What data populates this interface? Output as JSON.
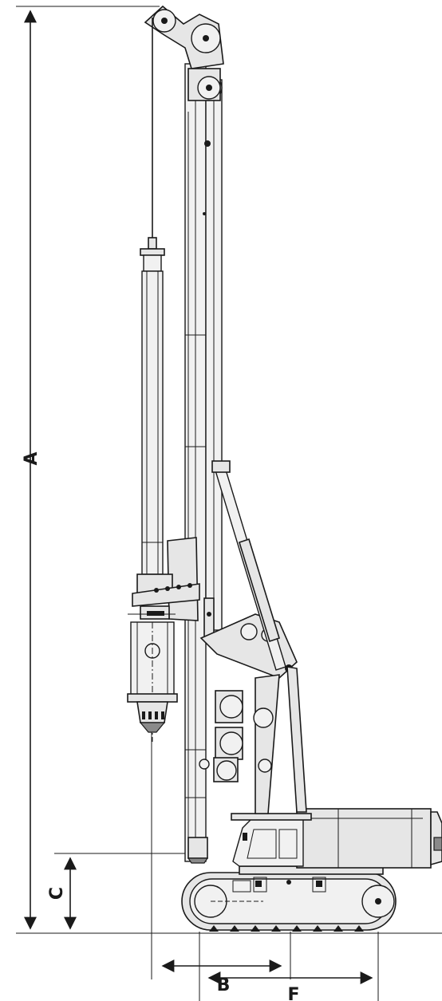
{
  "dimensions": {
    "A": "A",
    "B": "B",
    "C": "C",
    "F": "F"
  },
  "colors": {
    "line": "#1a1a1a",
    "body_fill": "#e6e6e6",
    "background": "#ffffff"
  }
}
